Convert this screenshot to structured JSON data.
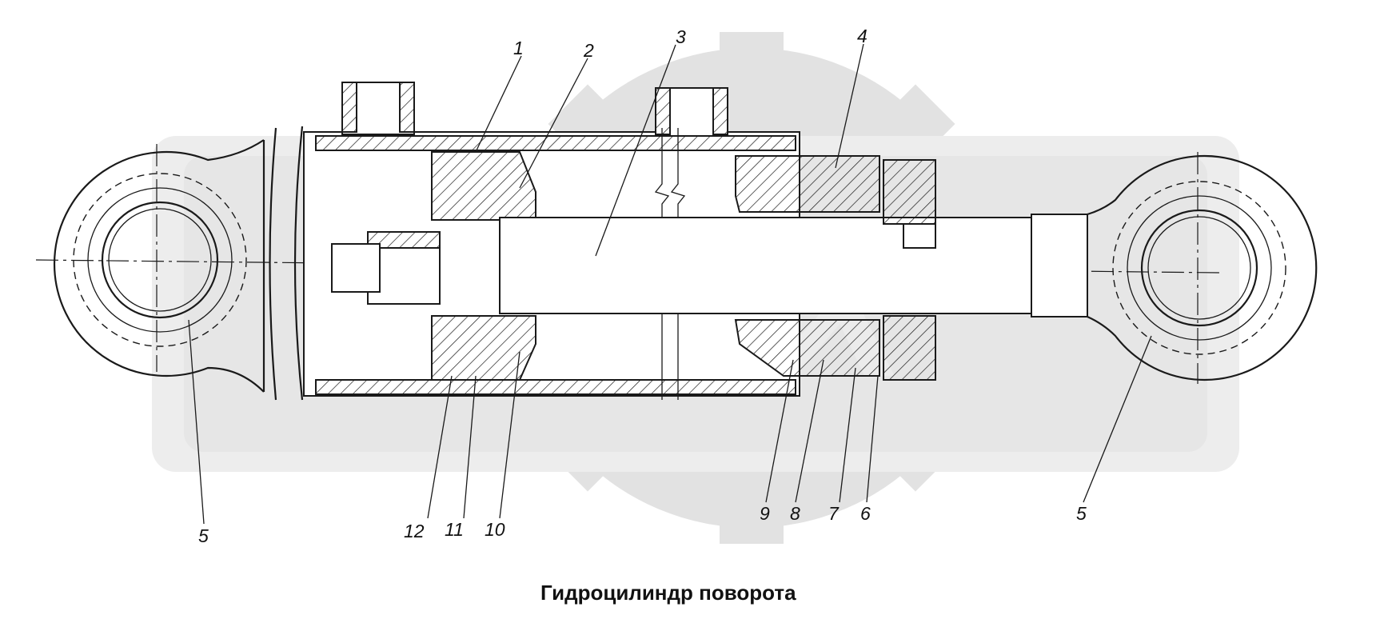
{
  "caption": "Гидроцилиндр поворота",
  "watermark_icon": "gear-logo-watermark",
  "callouts": [
    "1",
    "2",
    "3",
    "4",
    "5",
    "5",
    "6",
    "7",
    "8",
    "9",
    "10",
    "11",
    "12"
  ]
}
